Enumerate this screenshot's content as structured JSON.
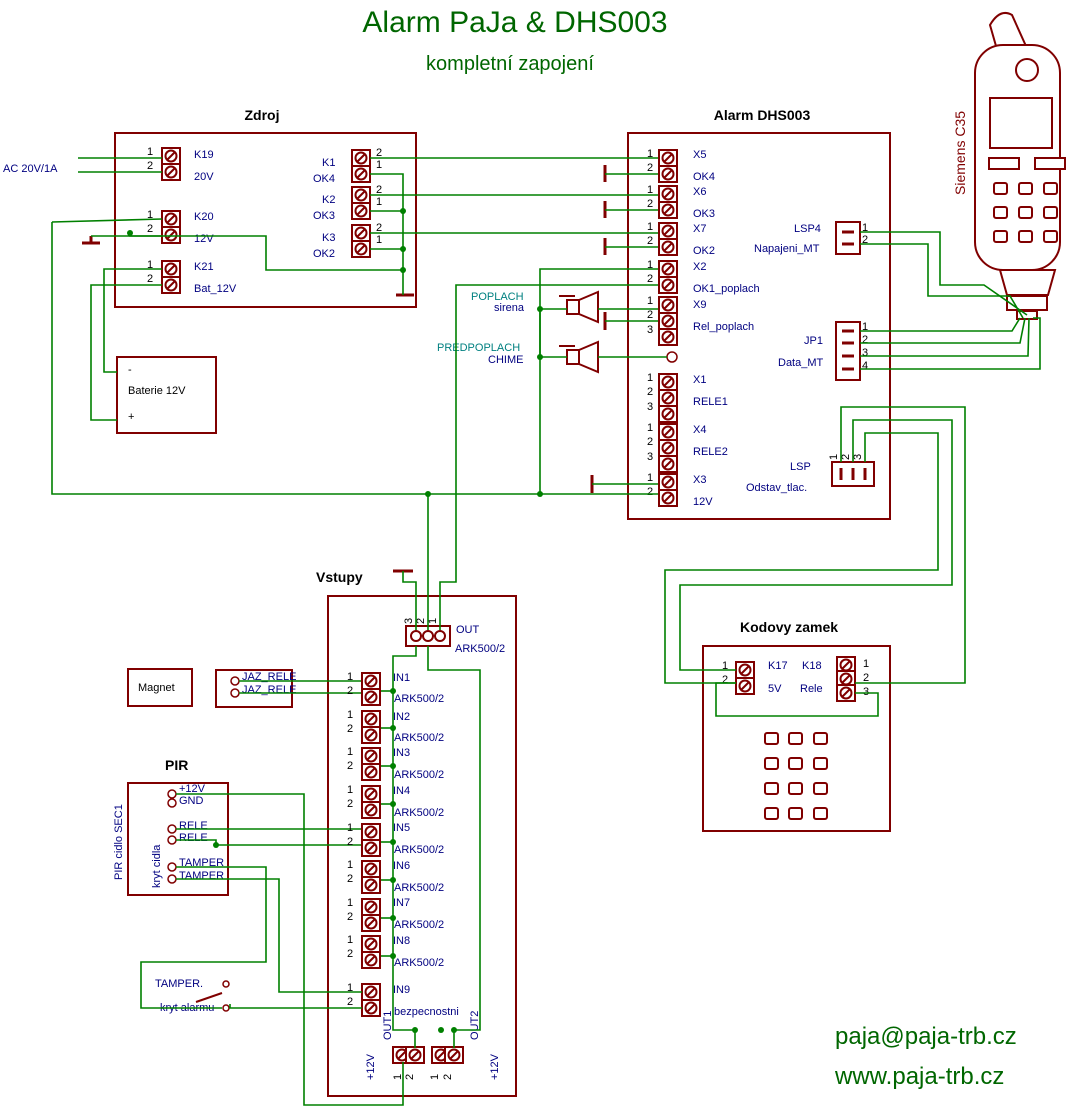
{
  "header": {
    "title": "Alarm PaJa & DHS003",
    "subtitle": "kompletní zapojení"
  },
  "footer": {
    "email": "paja@paja-trb.cz",
    "web": "www.paja-trb.cz"
  },
  "phone": {
    "label": "Siemens C35"
  },
  "zdroj": {
    "title": "Zdroj",
    "ac_label": "AC 20V/1A",
    "k19": "K19",
    "k19_v": "20V",
    "k20": "K20",
    "k20_v": "12V",
    "k21": "K21",
    "k21_v": "Bat_12V",
    "k1": "K1",
    "ok4": "OK4",
    "k2": "K2",
    "ok3": "OK3",
    "k3": "K3",
    "ok2": "OK2"
  },
  "battery": {
    "label": "Baterie 12V",
    "minus": "-",
    "plus": "+"
  },
  "alarm": {
    "title": "Alarm DHS003",
    "x5": "X5",
    "x5_s": "OK4",
    "x6": "X6",
    "x6_s": "OK3",
    "x7": "X7",
    "x7_s": "OK2",
    "x2": "X2",
    "x2_s": "OK1_poplach",
    "x9": "X9",
    "x9_s": "Rel_poplach",
    "x1": "X1",
    "x1_s": "RELE1",
    "x4": "X4",
    "x4_s": "RELE2",
    "x3": "X3",
    "x3_s": "12V",
    "lsp4": "LSP4",
    "lsp4_s": "Napajeni_MT",
    "jp1": "JP1",
    "jp1_s": "Data_MT",
    "lsp": "LSP",
    "lsp_s": "Odstav_tlac.",
    "poplach": "POPLACH",
    "sirena": "sirena",
    "predpoplach": "PREDPOPLACH",
    "chime": "CHIME"
  },
  "vstupy": {
    "title": "Vstupy",
    "out": "OUT",
    "out_ark": "ARK500/2",
    "in_labels": [
      "IN1",
      "IN2",
      "IN3",
      "IN4",
      "IN5",
      "IN6",
      "IN7",
      "IN8"
    ],
    "ark": "ARK500/2",
    "in9": "IN9",
    "bezp": "bezpecnostni",
    "out1": "OUT1",
    "out2": "OUT2",
    "v12": "+12V"
  },
  "magnet": {
    "label": "Magnet",
    "jaz1": "JAZ_RELE",
    "jaz2": "JAZ_RELE"
  },
  "pir": {
    "title": "PIR",
    "side": "PIR cidlo SEC1",
    "p12": "+12V",
    "gnd": "GND",
    "rele1": "RELE",
    "rele2": "RELE",
    "tamper1": "TAMPER",
    "tamper2": "TAMPER",
    "kryt": "kryt cidla"
  },
  "tamper": {
    "label": "TAMPER.",
    "kryt": "kryt alarmu"
  },
  "kodovy": {
    "title": "Kodovy zamek",
    "k17": "K17",
    "k17_v": "5V",
    "k18": "K18",
    "k18_v": "Rele"
  }
}
